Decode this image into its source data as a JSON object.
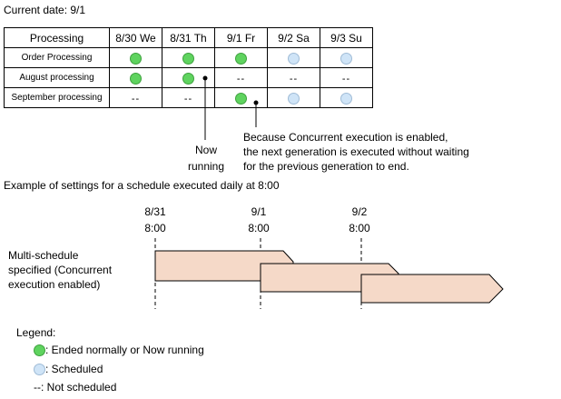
{
  "current_date": "Current date: 9/1",
  "table": {
    "headers": [
      "Processing",
      "8/30 We",
      "8/31 Th",
      "9/1 Fr",
      "9/2 Sa",
      "9/3 Su"
    ],
    "rows": [
      {
        "label": "Order Processing",
        "cells": [
          "green",
          "green",
          "green",
          "blue",
          "blue"
        ]
      },
      {
        "label": "August processing",
        "cells": [
          "green",
          "green",
          "--",
          "--",
          "--"
        ]
      },
      {
        "label": "September processing",
        "cells": [
          "--",
          "--",
          "green",
          "blue",
          "blue"
        ]
      }
    ],
    "dash": "--"
  },
  "annotations": {
    "now_running_line1": "Now",
    "now_running_line2": "running",
    "concurrent_line1": "Because Concurrent execution is enabled,",
    "concurrent_line2": "the next generation is executed without waiting",
    "concurrent_line3": "for the previous generation to end."
  },
  "example_title": "Example of settings for a schedule executed daily at 8:00",
  "timeline": {
    "times": [
      {
        "date": "8/31",
        "time": "8:00"
      },
      {
        "date": "9/1",
        "time": "8:00"
      },
      {
        "date": "9/2",
        "time": "8:00"
      }
    ],
    "label_line1": "Multi-schedule",
    "label_line2": "specified (Concurrent",
    "label_line3": "execution enabled)"
  },
  "legend": {
    "title": "Legend:",
    "green_label": ": Ended normally or Now running",
    "blue_label": ": Scheduled",
    "dash_symbol": "--",
    "dash_label": ": Not scheduled"
  },
  "colors": {
    "green_dot": "#5fd35f",
    "blue_dot": "#cfe4f7",
    "bar_fill": "#f5d9c8"
  }
}
